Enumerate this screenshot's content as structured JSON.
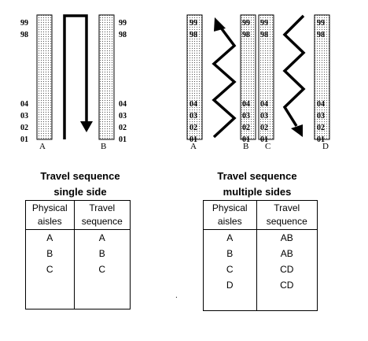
{
  "single_side": {
    "title_line1": "Travel sequence",
    "title_line2": "single side",
    "aisle_letters": [
      "A",
      "B"
    ],
    "slot_labels_top": [
      "99",
      "98"
    ],
    "slot_labels_bottom": [
      "04",
      "03",
      "02",
      "01"
    ],
    "table": {
      "headers": [
        "Physical aisles",
        "Travel sequence"
      ],
      "rows": [
        [
          "A",
          "A"
        ],
        [
          "B",
          "B"
        ],
        [
          "C",
          "C"
        ]
      ]
    }
  },
  "multiple_sides": {
    "title_line1": "Travel sequence",
    "title_line2": "multiple sides",
    "aisle_letters": [
      "A",
      "B",
      "C",
      "D"
    ],
    "slot_labels_top": [
      "99",
      "98"
    ],
    "slot_labels_bottom": [
      "04",
      "03",
      "02",
      "01"
    ],
    "table": {
      "headers": [
        "Physical aisles",
        "Travel sequence"
      ],
      "rows": [
        [
          "A",
          "AB"
        ],
        [
          "B",
          "AB"
        ],
        [
          "C",
          "CD"
        ],
        [
          "D",
          "CD"
        ]
      ]
    }
  },
  "stray_mark": "."
}
